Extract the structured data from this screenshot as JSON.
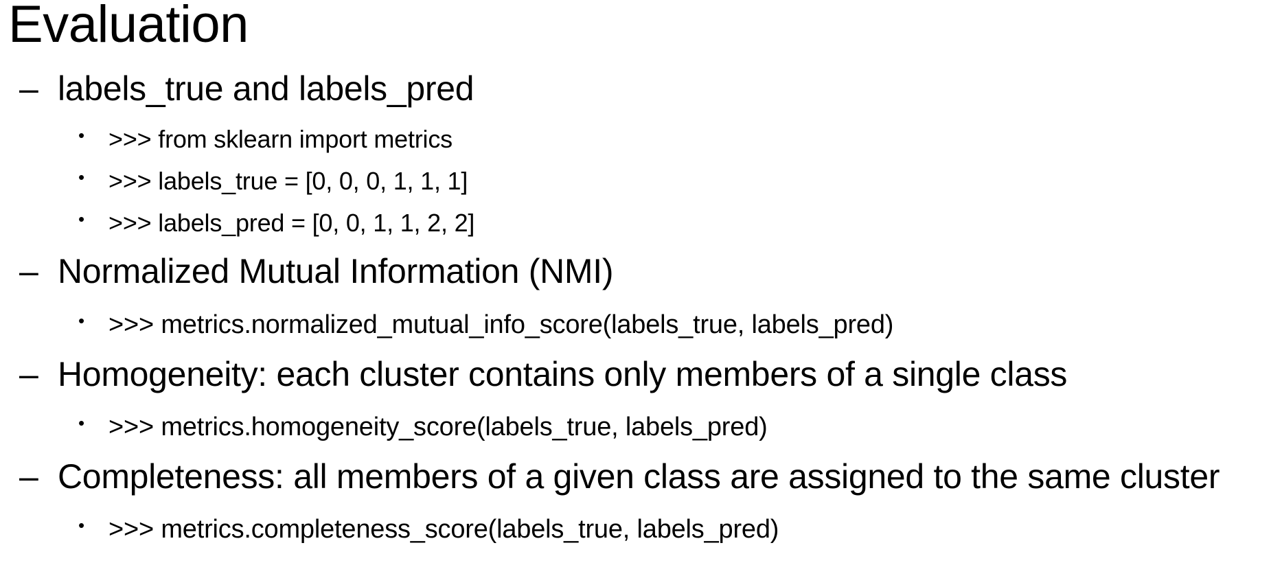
{
  "slide": {
    "title": "Evaluation",
    "dash_symbol": "–",
    "bullet_symbol": "•",
    "sections": [
      {
        "heading": "labels_true and labels_pred",
        "items": [
          ">>> from sklearn import metrics",
          ">>> labels_true = [0, 0, 0, 1, 1, 1]",
          ">>> labels_pred = [0, 0, 1, 1, 2, 2]"
        ]
      },
      {
        "heading": "Normalized Mutual Information (NMI)",
        "items": [
          ">>> metrics.normalized_mutual_info_score(labels_true, labels_pred)"
        ]
      },
      {
        "heading": "Homogeneity: each cluster contains only members of a single class",
        "items": [
          ">>> metrics.homogeneity_score(labels_true, labels_pred)"
        ]
      },
      {
        "heading": "Completeness: all members of a given class are assigned to the same cluster",
        "items": [
          ">>> metrics.completeness_score(labels_true, labels_pred)"
        ]
      }
    ]
  }
}
